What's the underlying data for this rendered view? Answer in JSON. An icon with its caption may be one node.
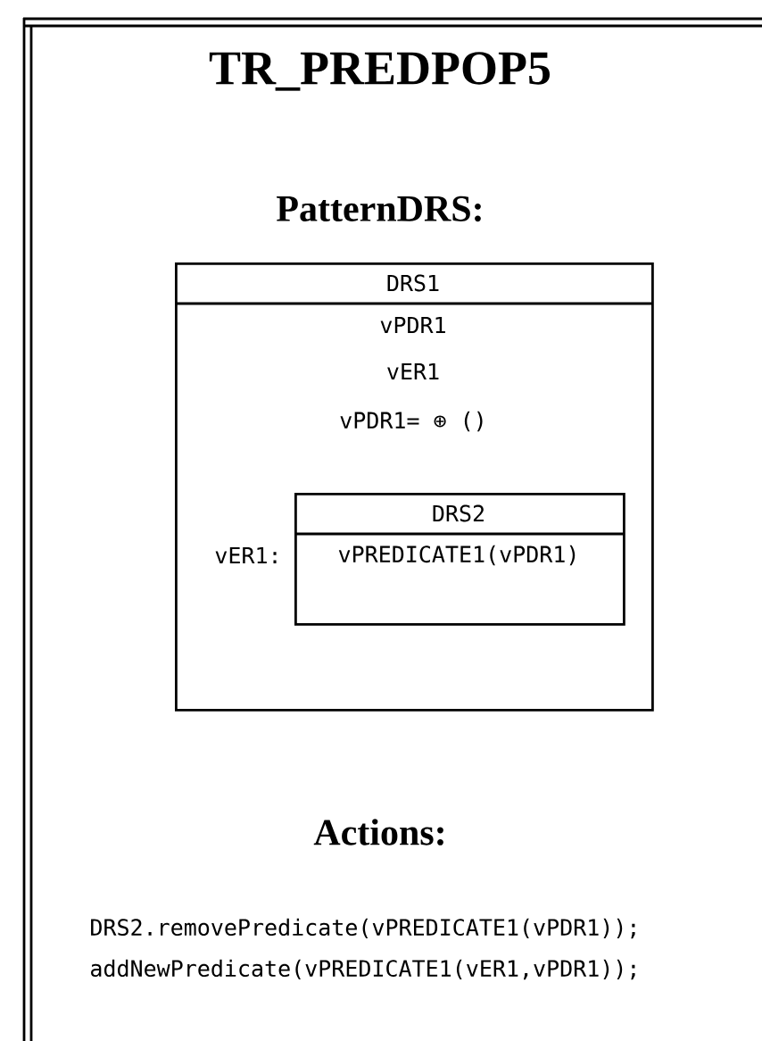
{
  "diagram": {
    "title": "TR_PREDPOP5",
    "nodes": [
      {
        "text": [
          "DRS1",
          "vPDR1",
          "vER1",
          "vPDR1= ⊕ ()"
        ]
      },
      {
        "text": [
          "DRS2",
          "vPREDICATE1(vPDR1)"
        ],
        "in": 0,
        "beside": [
          "vER1:"
        ]
      }
    ],
    "labels": [
      "PatternDRS:",
      "Actions:",
      "DRS2.removePredicate(vPREDICATE1(vPDR1));",
      "addNewPredicate(vPREDICATE1(vER1,vPDR1));"
    ]
  }
}
